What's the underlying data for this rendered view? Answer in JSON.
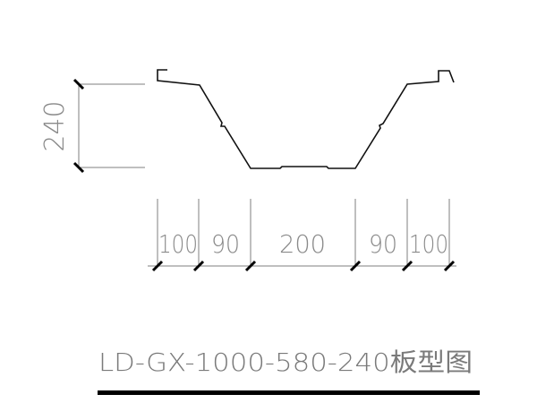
{
  "drawing": {
    "title": "LD-GX-1000-580-240板型图",
    "height_dimension": "240",
    "width_dimensions": [
      "100",
      "90",
      "200",
      "90",
      "100"
    ],
    "colors": {
      "profile": "#111111",
      "dimension_line": "#7f7f7f",
      "dimension_text": "#8a8a8a",
      "tick": "#000000",
      "underline": "#000000"
    }
  }
}
